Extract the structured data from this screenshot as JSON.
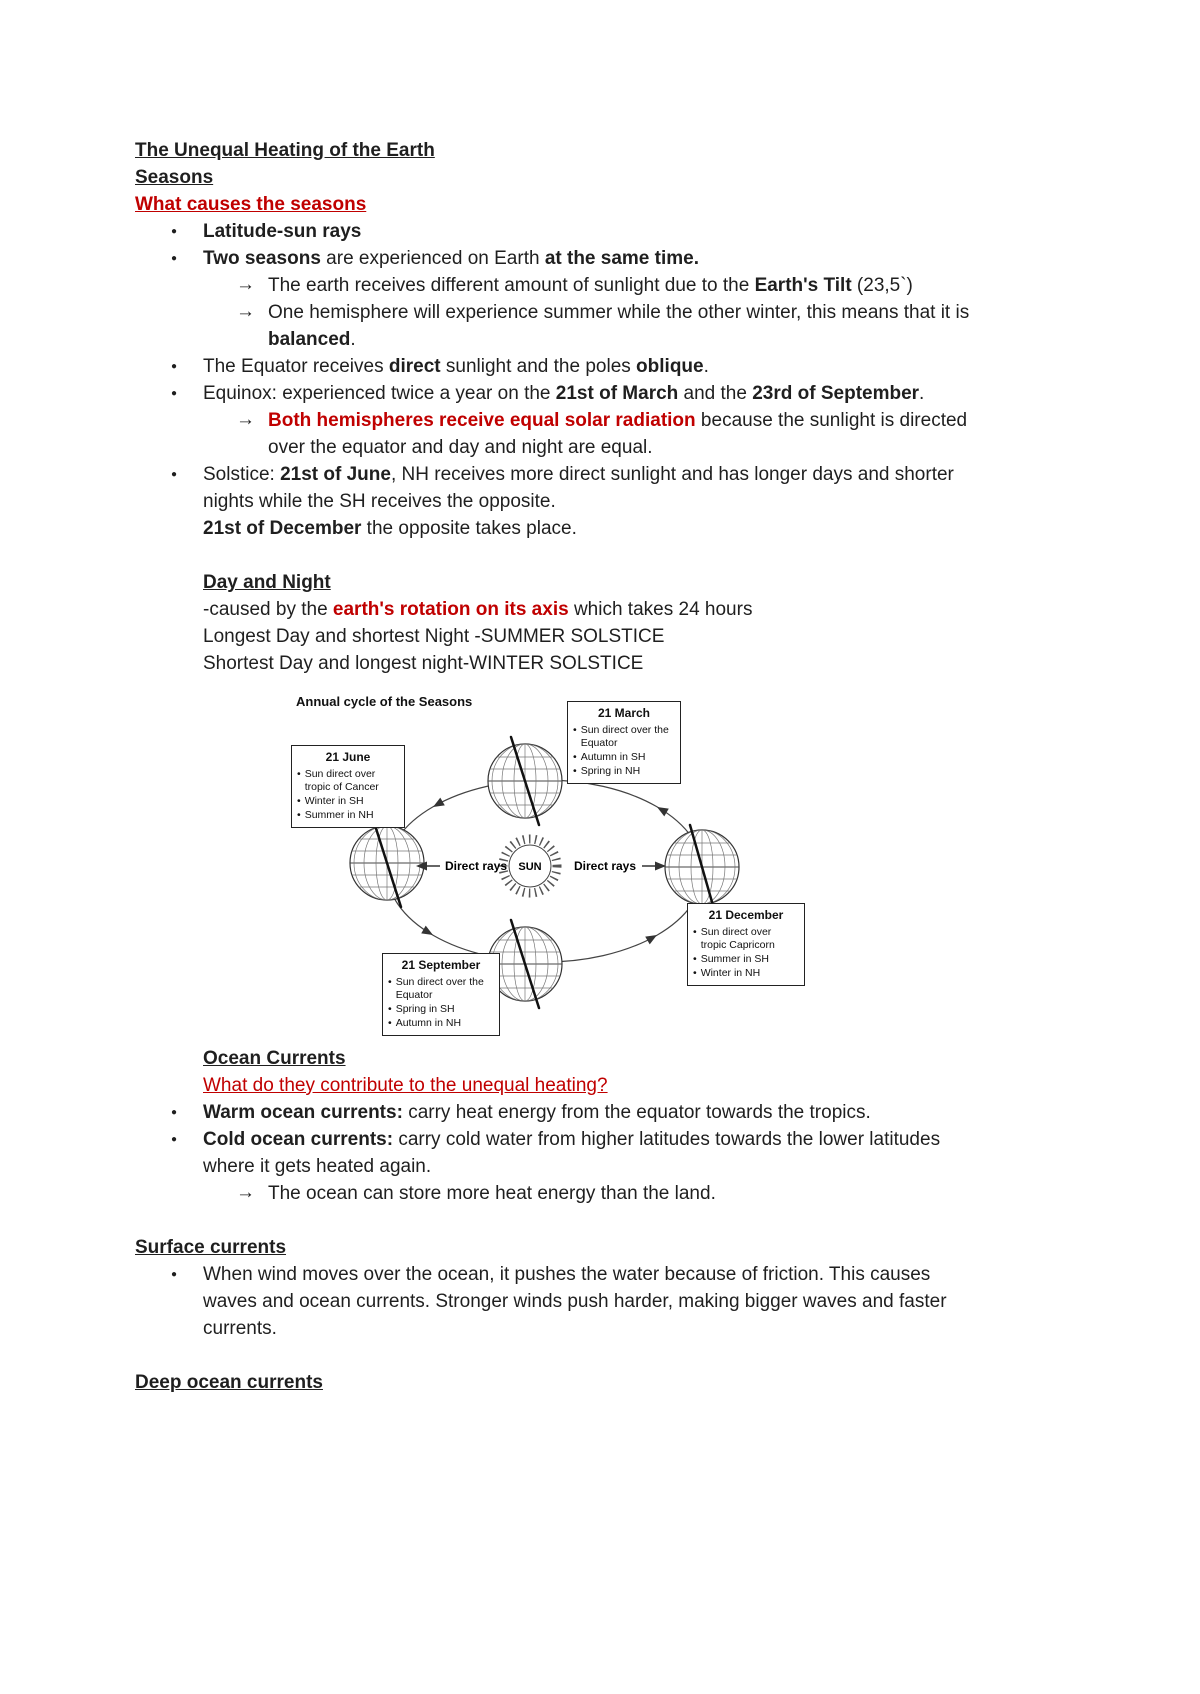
{
  "colors": {
    "highlight_red": "#c00000",
    "text": "#1f1f1f",
    "background": "#ffffff"
  },
  "doc": {
    "headings": {
      "main": "The Unequal Heating of the Earth",
      "seasons": "Seasons",
      "causes": "What causes the seasons",
      "day_and_night": "Day and Night",
      "ocean_currents": "Ocean Currents",
      "ocean_question": "What do they contribute to the unequal heating?",
      "surface_currents": "Surface currents",
      "deep_ocean_currents": "Deep ocean currents"
    },
    "lines": {
      "latitude": [
        {
          "t": "Latitude-sun rays",
          "c": "b"
        }
      ],
      "two_seasons": [
        {
          "t": "Two seasons",
          "c": "b"
        },
        {
          "t": " are experienced on Earth "
        },
        {
          "t": "at the same time.",
          "c": "b"
        }
      ],
      "earth_tilt": [
        {
          "t": "The earth receives different amount of sunlight due to the "
        },
        {
          "t": "Earth's Tilt",
          "c": "b"
        },
        {
          "t": " (23,5`)"
        }
      ],
      "one_hemisphere": [
        {
          "t": "One hemisphere will experience summer while the other winter, this means that it is "
        },
        {
          "t": "balanced",
          "c": "b"
        },
        {
          "t": "."
        }
      ],
      "equator": [
        {
          "t": "The Equator receives "
        },
        {
          "t": "direct",
          "c": "b"
        },
        {
          "t": " sunlight and the poles "
        },
        {
          "t": "oblique",
          "c": "b"
        },
        {
          "t": "."
        }
      ],
      "equinox": [
        {
          "t": "Equinox: experienced twice a year on the "
        },
        {
          "t": "21st of March",
          "c": "b"
        },
        {
          "t": " and the "
        },
        {
          "t": "23rd of September",
          "c": "b"
        },
        {
          "t": "."
        }
      ],
      "both_hemispheres": [
        {
          "t": "Both hemispheres receive equal solar radiation",
          "c": "b r"
        },
        {
          "t": " because the sunlight is directed over the equator and day and night are equal."
        }
      ],
      "solstice": [
        {
          "t": "Solstice: "
        },
        {
          "t": "21st of June",
          "c": "b"
        },
        {
          "t": ", NH receives more direct sunlight and has longer days and shorter nights while the SH receives the opposite."
        }
      ],
      "december": [
        {
          "t": "21st of December",
          "c": "b"
        },
        {
          "t": " the opposite takes place."
        }
      ],
      "rotation": [
        {
          "t": "-caused by the "
        },
        {
          "t": "earth's rotation on its axis",
          "c": "b r"
        },
        {
          "t": " which takes 24 hours"
        }
      ],
      "longest_day": [
        {
          "t": "Longest Day and shortest Night -SUMMER SOLSTICE"
        }
      ],
      "shortest_day": [
        {
          "t": "Shortest Day and longest night-WINTER SOLSTICE"
        }
      ],
      "warm_currents": [
        {
          "t": "Warm ocean currents:",
          "c": "b"
        },
        {
          "t": " carry heat energy from the equator towards the tropics."
        }
      ],
      "cold_currents": [
        {
          "t": "Cold ocean currents:",
          "c": "b"
        },
        {
          "t": " carry cold water from higher latitudes towards the lower latitudes where it gets heated again."
        }
      ],
      "ocean_store": [
        {
          "t": "The ocean can store more heat energy than the land."
        }
      ],
      "surface_text": [
        {
          "t": "When wind moves over the ocean, it pushes the water because of friction. This causes waves and ocean currents. Stronger winds push harder, making bigger waves and faster currents."
        }
      ]
    }
  },
  "diagram": {
    "title": "Annual cycle of the Seasons",
    "sun_label": "SUN",
    "direct_rays_left": "Direct rays",
    "direct_rays_right": "Direct rays",
    "boxes": {
      "june": {
        "title": "21 June",
        "items": [
          "Sun direct over tropic of Cancer",
          "Winter in SH",
          "Summer in NH"
        ]
      },
      "march": {
        "title": "21 March",
        "items": [
          "Sun direct over the Equator",
          "Autumn in SH",
          "Spring in NH"
        ]
      },
      "december": {
        "title": "21 December",
        "items": [
          "Sun direct over tropic Capricorn",
          "Summer in SH",
          "Winter in NH"
        ]
      },
      "september": {
        "title": "21 September",
        "items": [
          "Sun direct over the Equator",
          "Spring in SH",
          "Autumn in NH"
        ]
      }
    }
  }
}
